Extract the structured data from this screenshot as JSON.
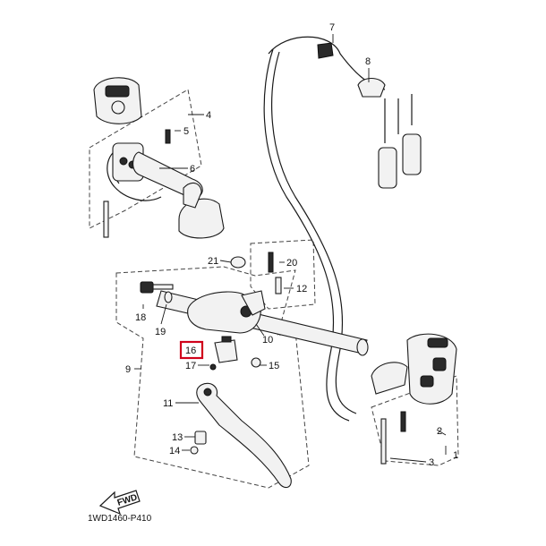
{
  "diagram": {
    "drawing_code": "1WD1460-P410",
    "direction_arrow": "FWD",
    "highlight_color": "#d0021b",
    "callouts": [
      {
        "id": "c1",
        "text": "1"
      },
      {
        "id": "c2",
        "text": "2"
      },
      {
        "id": "c3",
        "text": "3"
      },
      {
        "id": "c4",
        "text": "4"
      },
      {
        "id": "c5",
        "text": "5"
      },
      {
        "id": "c6",
        "text": "6"
      },
      {
        "id": "c7",
        "text": "7"
      },
      {
        "id": "c8",
        "text": "8"
      },
      {
        "id": "c9",
        "text": "9"
      },
      {
        "id": "c10",
        "text": "10"
      },
      {
        "id": "c11",
        "text": "11"
      },
      {
        "id": "c12",
        "text": "12"
      },
      {
        "id": "c13",
        "text": "13"
      },
      {
        "id": "c14",
        "text": "14"
      },
      {
        "id": "c15",
        "text": "15"
      },
      {
        "id": "c16",
        "text": "16"
      },
      {
        "id": "c17",
        "text": "17"
      },
      {
        "id": "c18",
        "text": "18"
      },
      {
        "id": "c19",
        "text": "19"
      },
      {
        "id": "c20",
        "text": "20"
      },
      {
        "id": "c21",
        "text": "21"
      }
    ]
  }
}
